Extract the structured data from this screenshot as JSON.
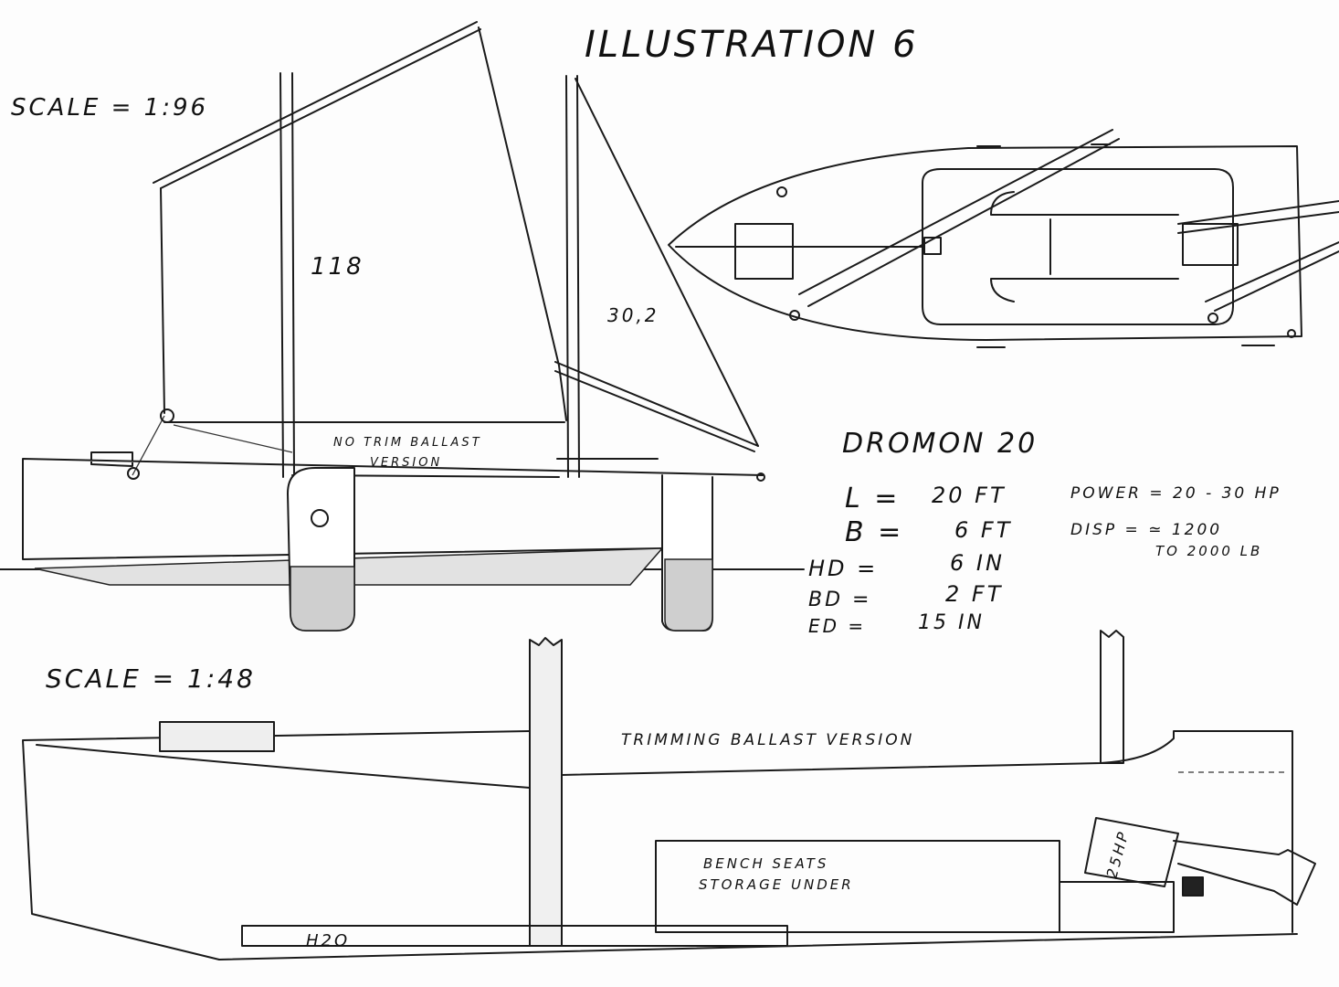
{
  "title": "ILLUSTRATION 6",
  "side_view": {
    "scale_label": "SCALE = 1:96",
    "mainsail_area": "118",
    "jib_area": "30,2",
    "note_line1": "NO TRIM BALLAST",
    "note_line2": "VERSION"
  },
  "specs": {
    "name": "DROMON 20",
    "rows": [
      {
        "label": "L =",
        "value": "20 FT"
      },
      {
        "label": "B =",
        "value": "6 FT"
      },
      {
        "label": "HD =",
        "value": "6 IN"
      },
      {
        "label": "BD =",
        "value": "2 FT"
      },
      {
        "label": "ED =",
        "value": "15 IN"
      }
    ],
    "power": "POWER = 20 - 30 HP",
    "disp_line1": "DISP = ≃ 1200",
    "disp_line2": "TO 2000 LB"
  },
  "section_view": {
    "scale_label": "SCALE = 1:48",
    "title": "TRIMMING BALLAST VERSION",
    "bench_line1": "BENCH SEATS",
    "bench_line2": "STORAGE UNDER",
    "motor_label": "25HP",
    "tank_label": "H2O"
  }
}
